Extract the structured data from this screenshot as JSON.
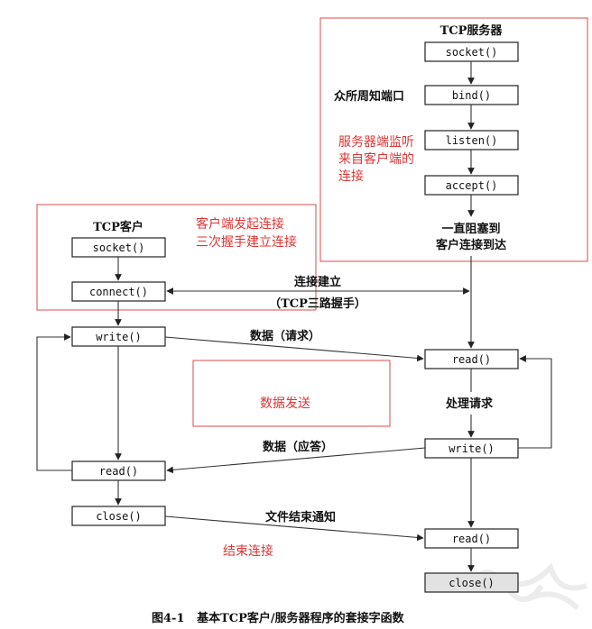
{
  "server": {
    "title": "TCP服务器",
    "socket": "socket()",
    "bind": "bind()",
    "listen": "listen()",
    "accept": "accept()",
    "read1": "read()",
    "write": "write()",
    "read2": "read()",
    "close": "close()",
    "well_known_port": "众所周知端口",
    "block_line1": "一直阻塞到",
    "block_line2": "客户连接到达",
    "process_request": "处理请求"
  },
  "client": {
    "title": "TCP客户",
    "socket": "socket()",
    "connect": "connect()",
    "write": "write()",
    "read": "read()",
    "close": "close()"
  },
  "arrows": {
    "connection_established": "连接建立",
    "three_way_handshake": "（TCP三路握手）",
    "data_request": "数据（请求）",
    "data_reply": "数据（应答）",
    "eof_notify": "文件结束通知"
  },
  "annotations": {
    "server_listen_line1": "服务器端监听",
    "server_listen_line2": "来自客户端的",
    "server_listen_line3": "连接",
    "client_connect_line1": "客户端发起连接",
    "client_connect_line2": "三次握手建立连接",
    "data_send": "数据发送",
    "end_connection": "结束连接"
  },
  "caption": "图4-1   基本TCP客户/服务器程序的套接字函数",
  "colors": {
    "annotation_red": "#e03535",
    "shaded_box": "#e2e2e2"
  }
}
